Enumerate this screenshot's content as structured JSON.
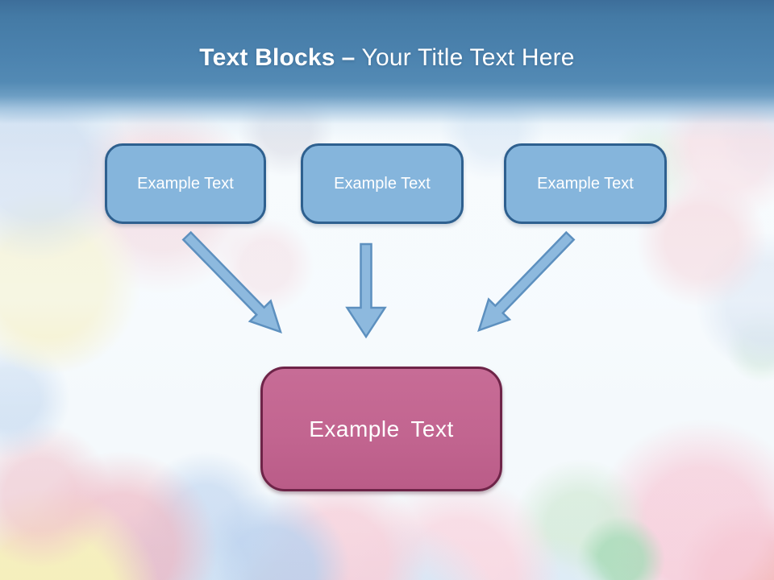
{
  "slide": {
    "title": {
      "bold": "Text Blocks",
      "separator": "–",
      "regular": "Your Title Text Here"
    },
    "blocks": [
      {
        "label": "Example Text"
      },
      {
        "label": "Example Text"
      },
      {
        "label": "Example Text"
      }
    ],
    "result_block": {
      "label": "Example Text"
    },
    "theme": {
      "header_blue_top": "#3d6e9a",
      "header_blue_mid": "#4c83af",
      "block_fill": "#85b5dc",
      "block_border": "#2e608f",
      "arrow_fill": "#8db9de",
      "arrow_stroke": "#5d90bf",
      "result_fill": "#c26590",
      "result_border": "#6e2448",
      "text_color": "#ffffff"
    }
  }
}
